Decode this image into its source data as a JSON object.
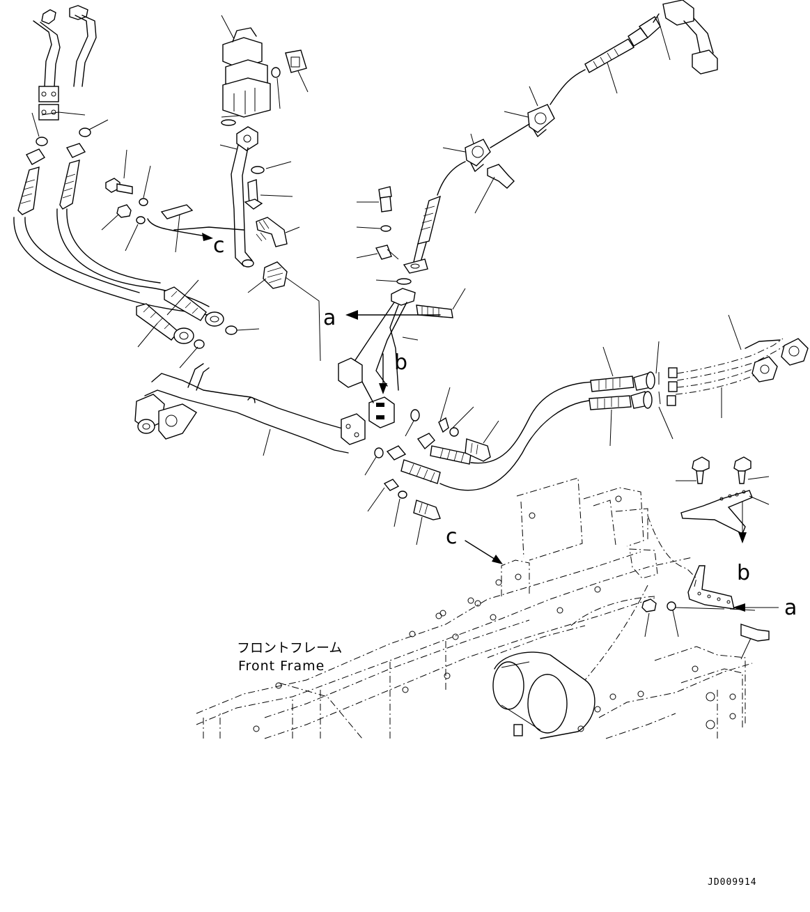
{
  "callouts": {
    "a_left": "a",
    "a_right": "a",
    "b_top": "b",
    "b_right": "b",
    "c_left": "c",
    "c_frame": "c"
  },
  "frame_label": {
    "jp": "フロントフレーム",
    "en": "Front Frame"
  },
  "drawing_code": "JD009914"
}
